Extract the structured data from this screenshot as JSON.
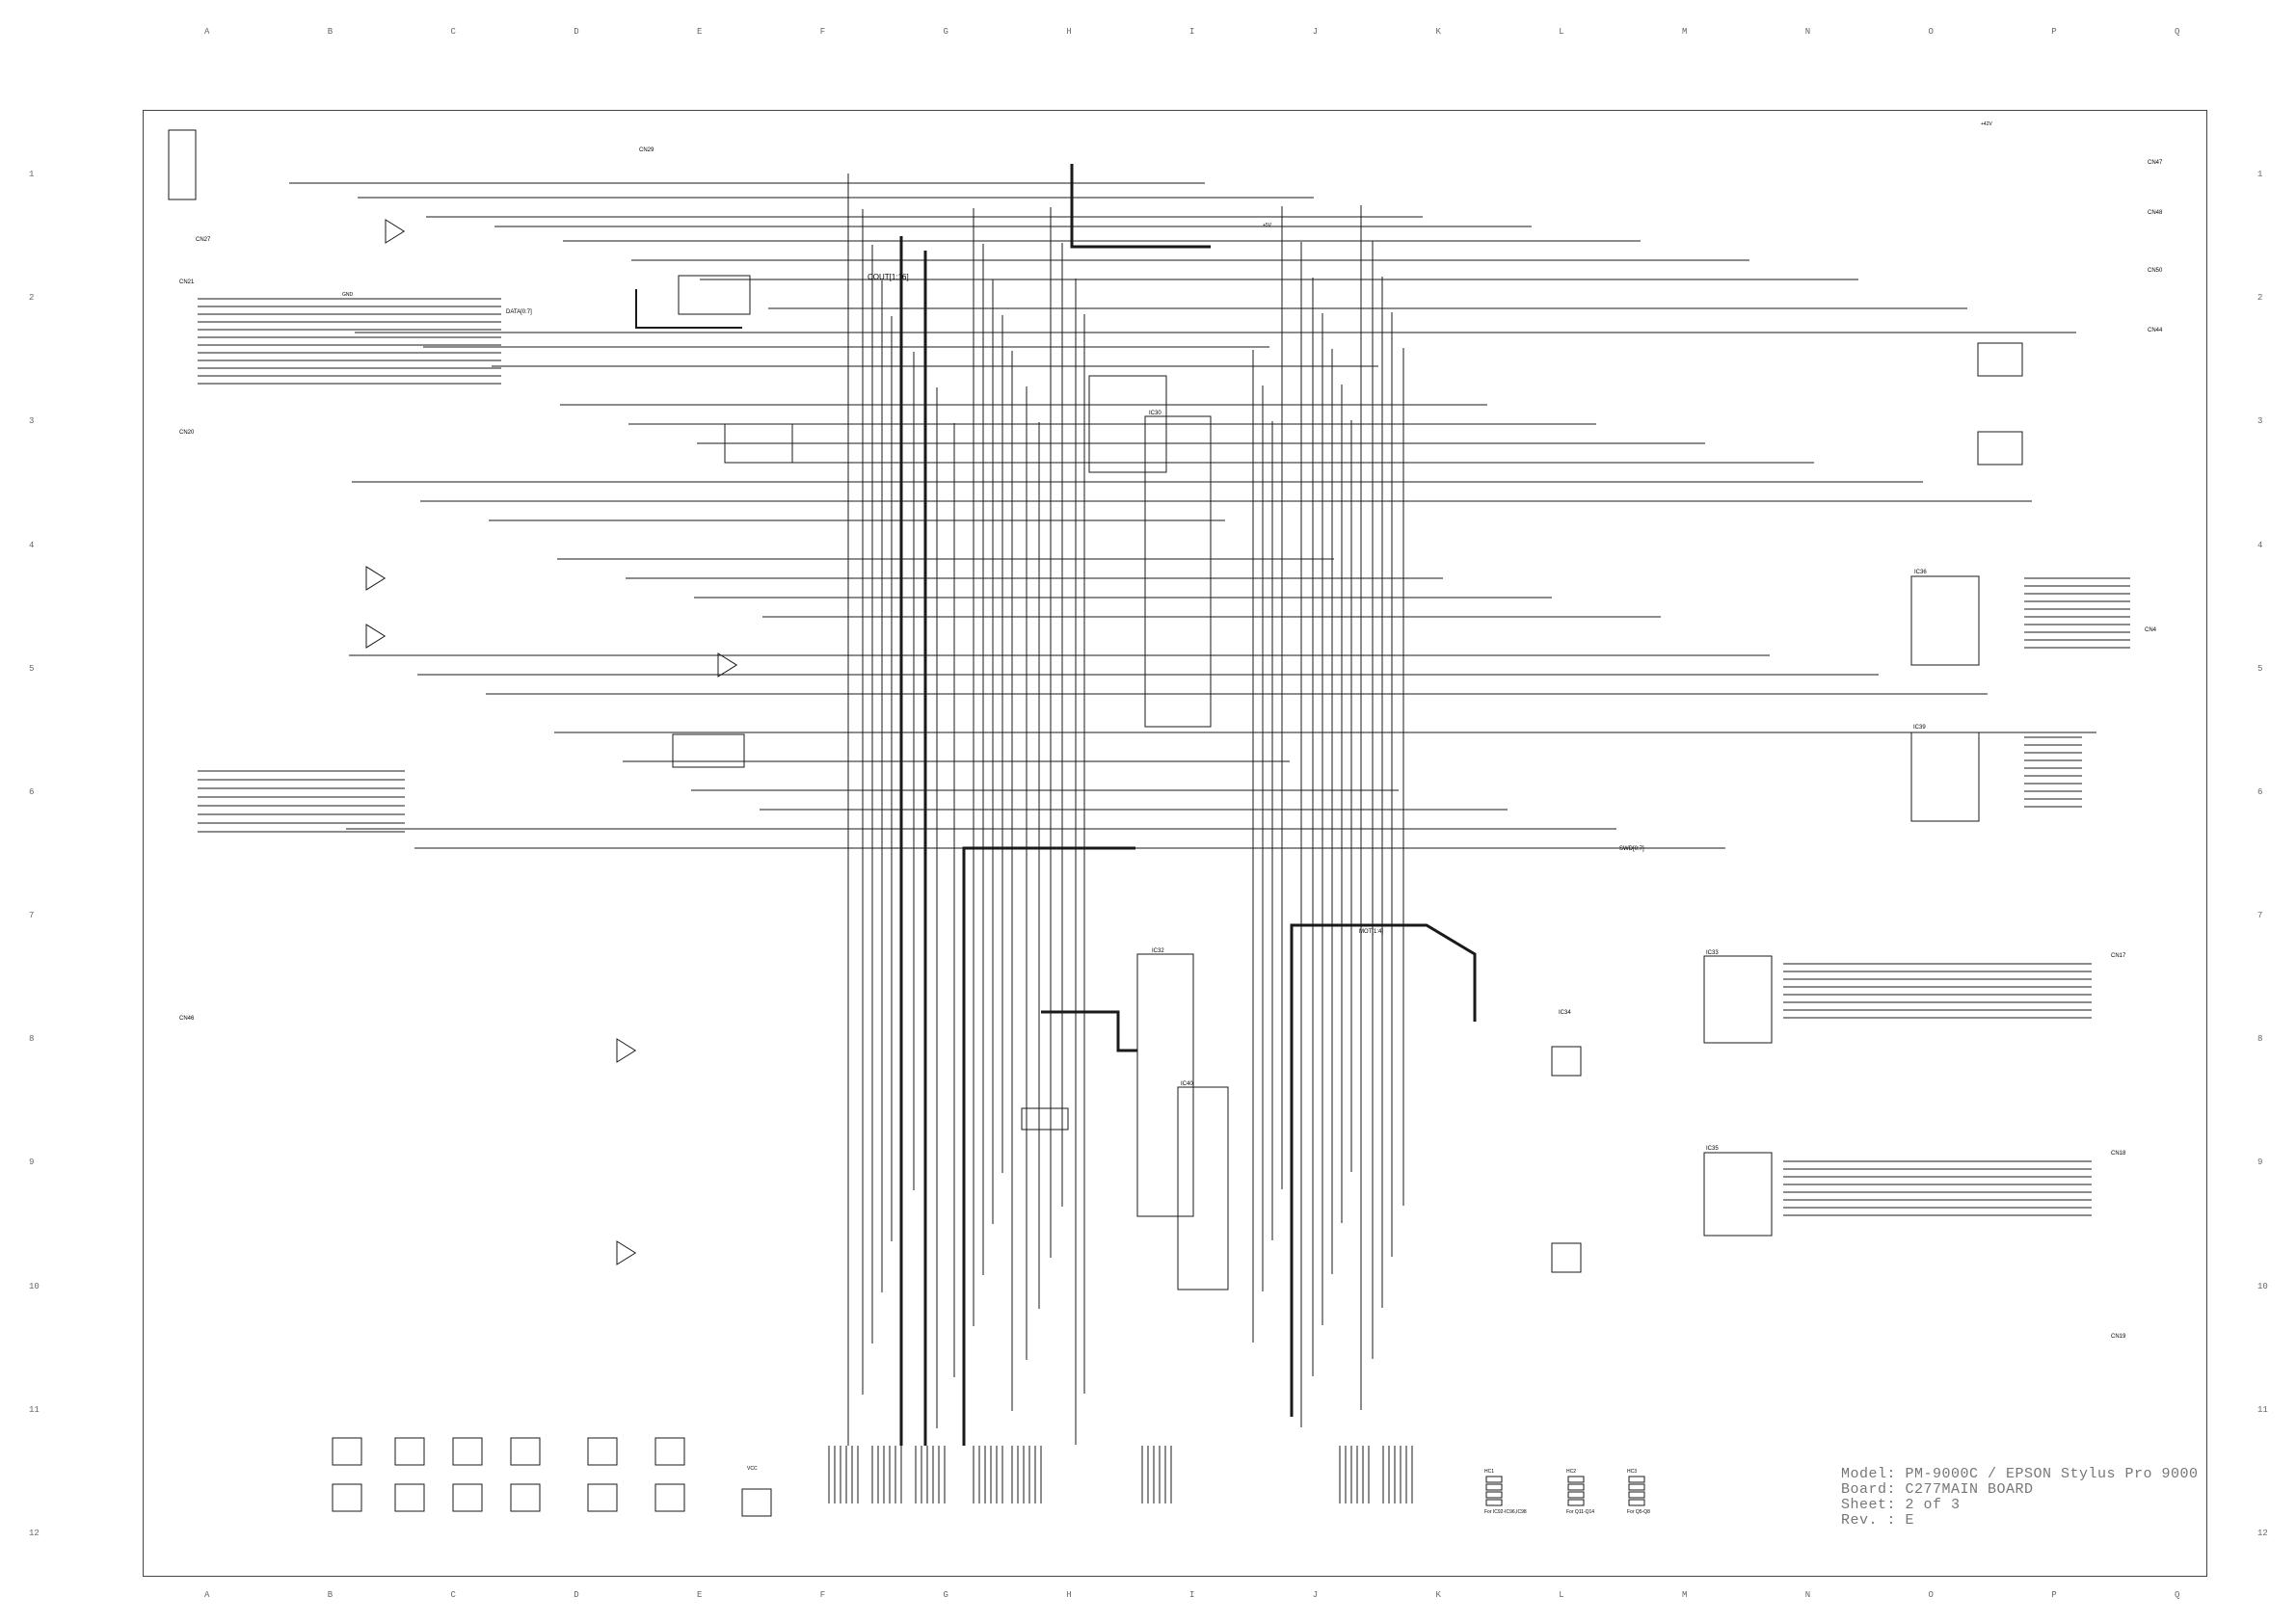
{
  "sheet": {
    "columns": [
      "A",
      "B",
      "C",
      "D",
      "E",
      "F",
      "G",
      "H",
      "I",
      "J",
      "K",
      "L",
      "M",
      "N",
      "O",
      "P",
      "Q"
    ],
    "rows": [
      "1",
      "2",
      "3",
      "4",
      "5",
      "6",
      "7",
      "8",
      "9",
      "10",
      "11",
      "12"
    ]
  },
  "title_block": {
    "model": "Model: PM-9000C / EPSON Stylus Pro 9000",
    "board": "Board: C277MAIN BOARD",
    "sheet": "Sheet: 2 of 3",
    "rev": "Rev. : E"
  },
  "connectors": {
    "cn_top_left": "CN27",
    "cn_top_mid": "CN29",
    "cn_right_1": "CN47",
    "cn_right_2": "CN48",
    "cn_right_3": "CN50",
    "cn_right_4": "CN44",
    "cn_right_5": "CN4",
    "cn_right_6": "CN17",
    "cn_right_7": "CN18",
    "cn_right_8": "CN19",
    "cn_left_1": "CN21",
    "cn_left_2": "CN20",
    "cn_left_3": "CN46"
  },
  "chips": {
    "main_ic": "IC30",
    "motor_ic": "IC32",
    "driver_1": "IC33",
    "driver_2": "IC34",
    "driver_3": "IC35",
    "driver_4": "IC36",
    "head_driver": "IC39",
    "lower_ic": "IC40"
  },
  "labels": {
    "bus_1": "DATA[0:7]",
    "bus_2": "COUT[1:16]",
    "bus_3": "MOT[1:4]",
    "bus_4": "SWD[0:7]",
    "gnd": "GND",
    "vcc": "VCC",
    "plus42": "+42V",
    "plus5": "+5V"
  },
  "legend_boxes": {
    "hc1": "HC1",
    "hc2": "HC2",
    "hc3": "HC3",
    "hc1_note": "For IC92-IC96,IC98",
    "hc2_note": "For Q11-Q14",
    "hc3_note": "For Q5-Q8"
  },
  "colors": {
    "ink": "#1a1a1a",
    "grid_label": "#666666",
    "title_text": "#777777",
    "background": "#ffffff"
  }
}
